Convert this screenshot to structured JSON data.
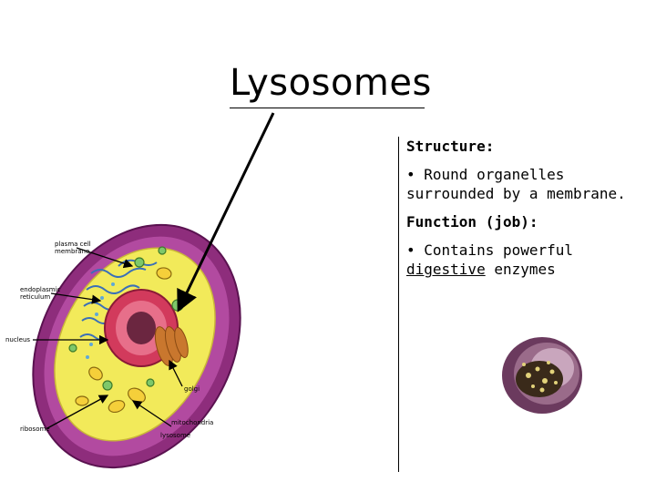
{
  "slide": {
    "title": "Lysosomes"
  },
  "textbox": {
    "structure_heading": "Structure:",
    "structure_body": "• Round organelles surrounded by a membrane.",
    "function_heading": "Function (job):",
    "function_prefix": "• Contains powerful ",
    "function_underlined": "digestive",
    "function_suffix": " enzymes"
  },
  "diagram": {
    "labels": {
      "plasma_membrane_line1": "plasma cell",
      "plasma_membrane_line2": "membrane",
      "er_line1": "endoplasmic",
      "er_line2": "reticulum",
      "nucleus": "nucleus",
      "golgi": "golgi",
      "ribosome": "ribosome",
      "mitochondria": "mitochondria",
      "lysosome": "lysosome"
    }
  },
  "colors": {
    "cell_wall": "#7a1f6a",
    "cytoplasm": "#f2ea5a",
    "nucleus_outer": "#c42a4e",
    "nucleus_inner": "#6b2640",
    "organelle_green": "#7ec86a",
    "golgi": "#c9772e"
  }
}
